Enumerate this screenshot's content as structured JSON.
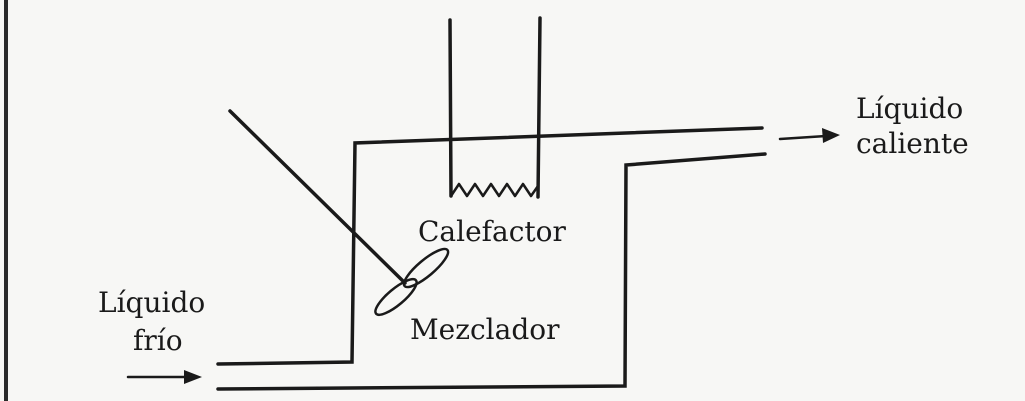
{
  "labels": {
    "hot_liquid_line1": "Líquido",
    "hot_liquid_line2": "caliente",
    "heater": "Calefactor",
    "mixer": "Mezclador",
    "cold_liquid_line1": "Líquido",
    "cold_liquid_line2": "frío"
  }
}
